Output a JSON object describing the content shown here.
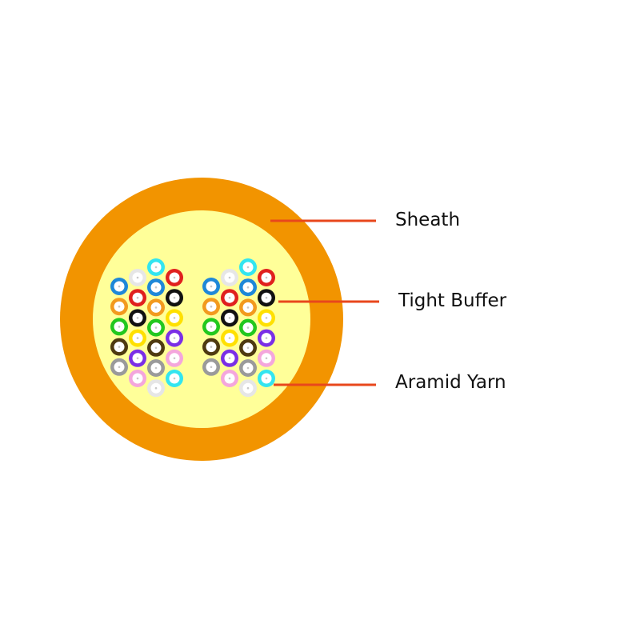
{
  "labels": {
    "sheath": "Sheath",
    "tight_buffer": "Tight Buffer",
    "aramid_yarn": "Aramid Yarn"
  },
  "colors": {
    "sheath": "#F29400",
    "aramid_yarn": "#FFFF99",
    "leader_line": "#E8471C",
    "fiber_core": "#C8C8C8",
    "fiber_cladding": "#FFFFFF"
  },
  "cable": {
    "fiber_count": 48,
    "buffer_color_names": [
      "blue",
      "orange",
      "green",
      "brown",
      "slate",
      "white",
      "red",
      "black",
      "yellow",
      "violet",
      "rose",
      "aqua"
    ],
    "buffer_colors": {
      "blue": "#1E88D8",
      "orange": "#F29A1E",
      "green": "#22C81E",
      "brown": "#4E3A10",
      "slate": "#9A9A9A",
      "white": "#E6E6E6",
      "red": "#E0201E",
      "black": "#111111",
      "yellow": "#FFE000",
      "violet": "#7A2EE6",
      "rose": "#F4A6DC",
      "aqua": "#33E5F0"
    }
  }
}
